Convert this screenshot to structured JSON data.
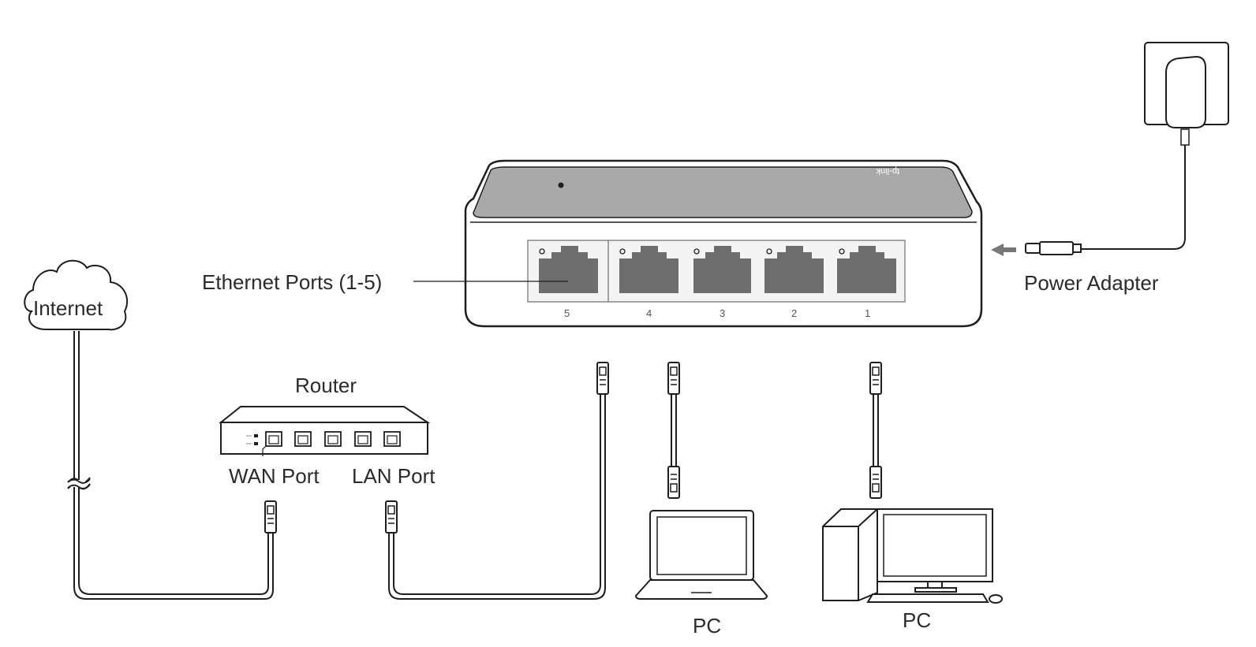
{
  "labels": {
    "internet": "Internet",
    "router": "Router",
    "wan_port": "WAN Port",
    "lan_port": "LAN Port",
    "ethernet_ports": "Ethernet Ports (1-5)",
    "power_adapter": "Power Adapter",
    "pc_laptop": "PC",
    "pc_desktop": "PC"
  },
  "switch": {
    "brand": "tp-link",
    "port_numbers": [
      "5",
      "4",
      "3",
      "2",
      "1"
    ]
  },
  "colors": {
    "line": "#1e1e1e",
    "switch_top": "#a9a9a9",
    "port_fill": "#6e6e6e",
    "arrow": "#777777"
  }
}
